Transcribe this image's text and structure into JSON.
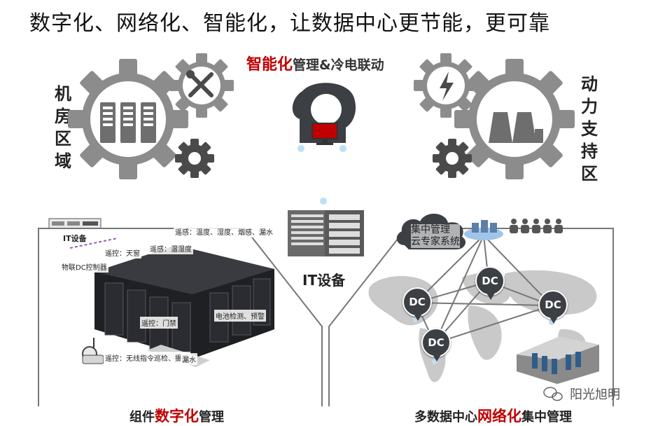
{
  "title": "数字化、网络化、智能化，让数据中心更节能，更可靠",
  "smart_management": {
    "highlight": "智能化",
    "rest": "管理&冷电联动"
  },
  "left_zone": [
    "机",
    "房",
    "区",
    "域"
  ],
  "right_zone": [
    "动",
    "力",
    "支",
    "持",
    "区"
  ],
  "it_device_small": "IT设备",
  "it_device_center": "IT设备",
  "cloud_label": [
    "集中管理",
    "云专家系统"
  ],
  "dc_label": "DC",
  "annotations": {
    "remote_sense_top": "遥感：温度、湿度、烟感、漏水",
    "remote_sense_short": "遥感：温湿度",
    "remote_sense_window": "遥控：天窗",
    "iot": "物联DC控制器",
    "remote_door": "遥控：门禁",
    "battery": "电池检测、预警",
    "camera": "遥控：无线指令巡检、摄像",
    "water": "漏水"
  },
  "caption_left": {
    "pre": "组件",
    "highlight": "数字化",
    "post": "管理"
  },
  "caption_right": {
    "pre": "多数据中心",
    "highlight": "网络化",
    "post": "集中管理"
  },
  "watermark": "阳光旭明",
  "colors": {
    "accent": "#c00000",
    "gear": "#8c8c8c",
    "gear_dark": "#4a4a4a",
    "frame": "#777777"
  }
}
